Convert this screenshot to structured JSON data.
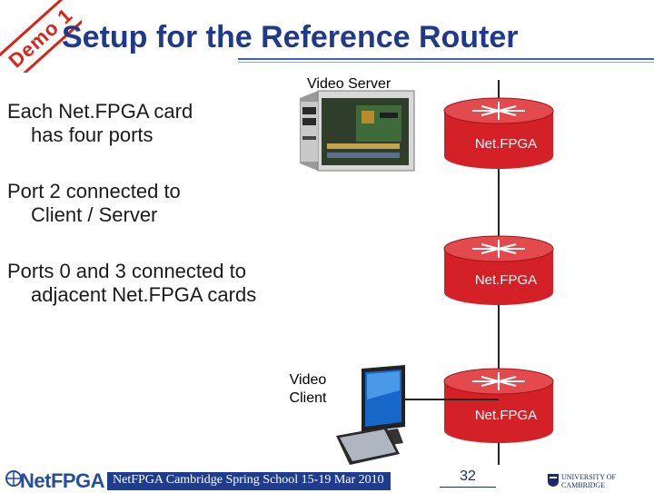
{
  "banner": {
    "text": "Demo 1"
  },
  "slide": {
    "title": "Setup for the Reference Router"
  },
  "bullets": [
    {
      "line1": "Each Net.FPGA card",
      "line2": "has four ports"
    },
    {
      "line1": "Port 2 connected to",
      "line2": "Client / Server"
    },
    {
      "line1": "Ports 0 and 3 connected to",
      "line2": "adjacent Net.FPGA cards"
    }
  ],
  "diagram": {
    "server_label": "Video Server",
    "client_label_line1": "Video",
    "client_label_line2": "Client",
    "nodes": [
      "Net.FPGA",
      "Net.FPGA",
      "Net.FPGA"
    ],
    "node_color": "#d42027"
  },
  "footer": {
    "logo_text": "NetFPGA",
    "event_text": "NetFPGA Cambridge Spring School 15-19 Mar 2010",
    "page_number": "32",
    "university_line1": "UNIVERSITY OF",
    "university_line2": "CAMBRIDGE"
  }
}
